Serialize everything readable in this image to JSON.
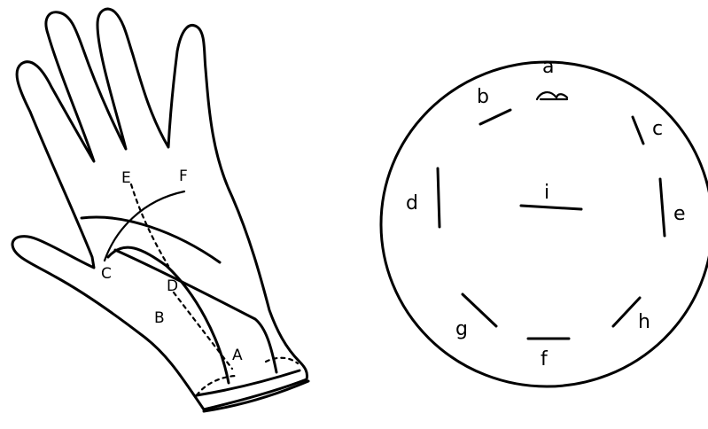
{
  "hand": {
    "labels": {
      "A": "A",
      "B": "B",
      "C": "C",
      "D": "D",
      "E": "E",
      "F": "F"
    }
  },
  "circle": {
    "labels": {
      "a": "a",
      "b": "b",
      "c": "c",
      "d": "d",
      "e": "e",
      "f": "f",
      "g": "g",
      "h": "h",
      "i": "i"
    }
  }
}
